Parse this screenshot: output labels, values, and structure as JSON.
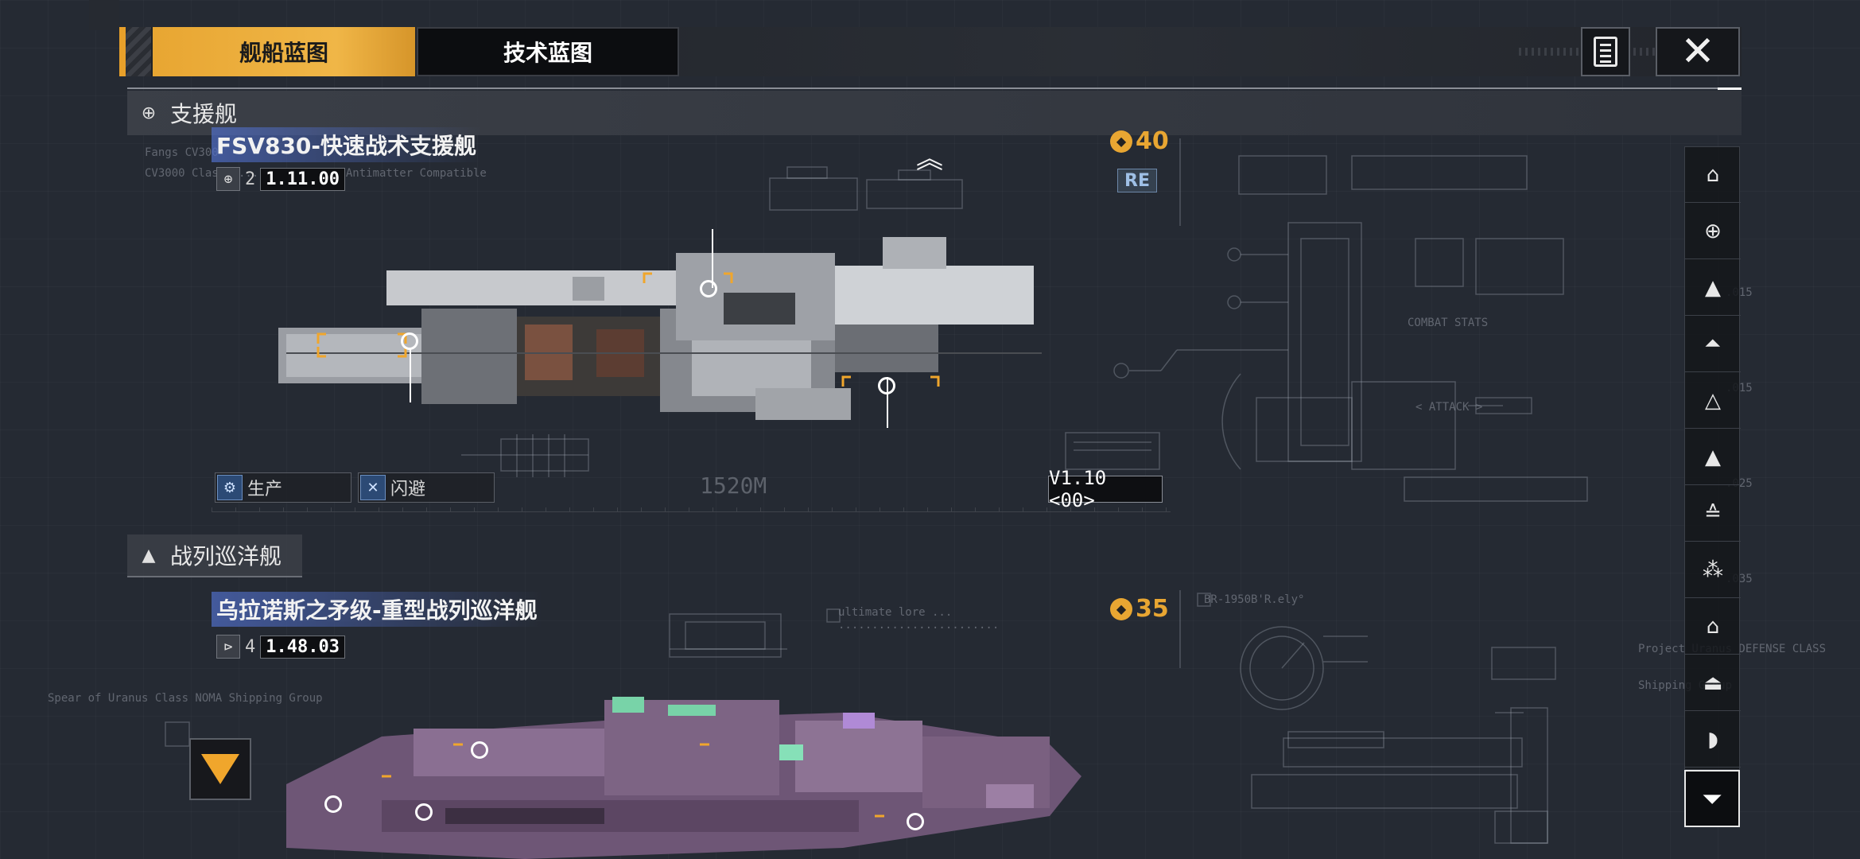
{
  "tabs": {
    "ship_blueprint": "舰船蓝图",
    "tech_blueprint": "技术蓝图"
  },
  "categories": [
    {
      "label": "支援舰",
      "icon": "support-ship-icon"
    },
    {
      "label": "战列巡洋舰",
      "icon": "battlecruiser-icon"
    }
  ],
  "ships": [
    {
      "name": "FSV830-快速战术支援舰",
      "count": "2",
      "version": "1.11.00",
      "cost": "40",
      "badge": "RE",
      "abilities": [
        "生产",
        "闪避"
      ],
      "length": "1520M",
      "tag": "V1.10 <00>"
    },
    {
      "name": "乌拉诺斯之矛级-重型战列巡洋舰",
      "count": "4",
      "version": "1.48.03",
      "cost": "35"
    }
  ],
  "rail_icons": [
    "all-ships-icon",
    "support-ship-icon",
    "battlecruiser-icon",
    "cruiser-icon",
    "destroyer-icon",
    "frigate-icon",
    "carrier-icon",
    "corvette-icon",
    "aircraft-icon",
    "capital-icon",
    "auxiliary-icon"
  ],
  "colors": {
    "accent": "#e8a632",
    "background": "#252a33",
    "support_ship": "#8f9298",
    "battlecruiser": "#7b5d83"
  }
}
